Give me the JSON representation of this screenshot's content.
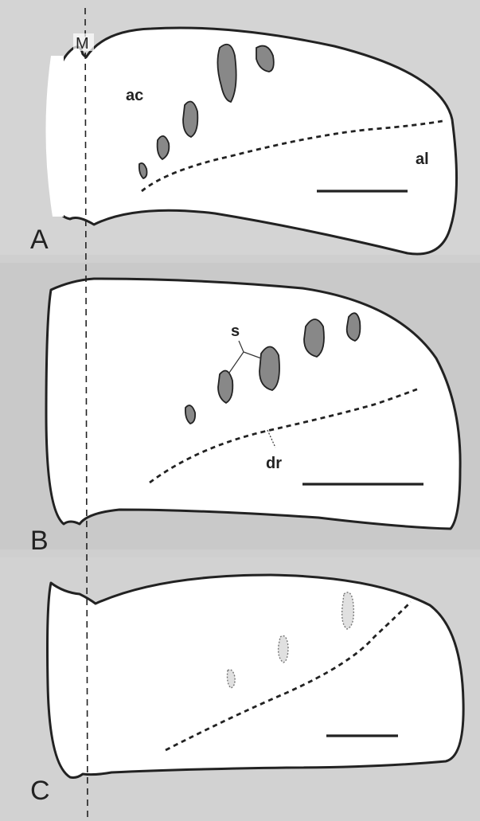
{
  "figure": {
    "midline_label": "M",
    "panels": [
      {
        "id": "A",
        "label": "A",
        "labels": {
          "anterior_central": "ac",
          "anterior_lateral": "al"
        }
      },
      {
        "id": "B",
        "label": "B",
        "labels": {
          "spots": "s",
          "ridge": "dr"
        }
      },
      {
        "id": "C",
        "label": "C",
        "labels": {}
      }
    ]
  },
  "colors": {
    "background": "#cfcfcf",
    "outline": "#222222",
    "spot_fill": "#888888",
    "faint_spot_fill": "#e0e0e0"
  }
}
